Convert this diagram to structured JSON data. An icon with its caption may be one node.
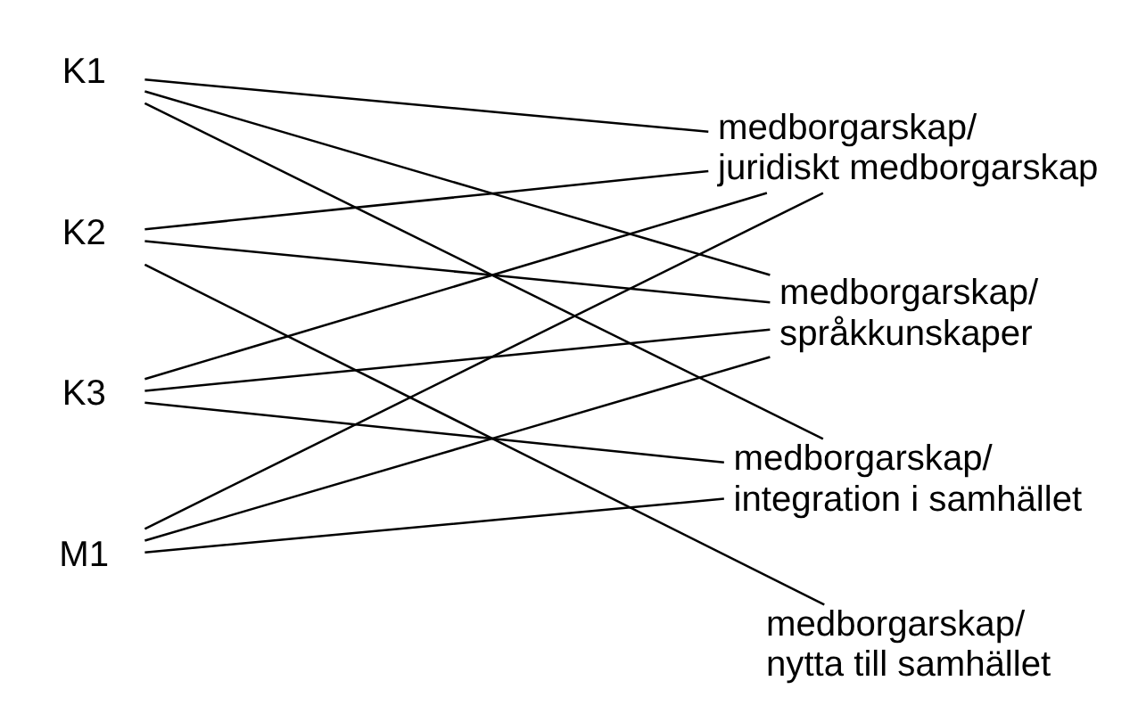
{
  "diagram": {
    "nodes": [
      {
        "text": [
          "K1"
        ]
      },
      {
        "text": [
          "K2"
        ]
      },
      {
        "text": [
          "K3"
        ]
      },
      {
        "text": [
          "M1"
        ]
      },
      {
        "text": [
          "medborgarskap/ juridiskt medborgarskap"
        ]
      },
      {
        "text": [
          "medborgarskap/ språkkunskaper"
        ]
      },
      {
        "text": [
          "medborgarskap/ integration i samhället"
        ]
      },
      {
        "text": [
          "medborgarskap/ nytta till samhället"
        ]
      }
    ],
    "edges": [
      {
        "from": 0,
        "to": 4,
        "arrow": "none"
      },
      {
        "from": 0,
        "to": 5,
        "arrow": "none"
      },
      {
        "from": 0,
        "to": 6,
        "arrow": "none"
      },
      {
        "from": 1,
        "to": 4,
        "arrow": "none"
      },
      {
        "from": 1,
        "to": 5,
        "arrow": "none"
      },
      {
        "from": 1,
        "to": 7,
        "arrow": "none"
      },
      {
        "from": 2,
        "to": 4,
        "arrow": "none"
      },
      {
        "from": 2,
        "to": 5,
        "arrow": "none"
      },
      {
        "from": 2,
        "to": 6,
        "arrow": "none"
      },
      {
        "from": 3,
        "to": 4,
        "arrow": "none"
      },
      {
        "from": 3,
        "to": 5,
        "arrow": "none"
      },
      {
        "from": 3,
        "to": 6,
        "arrow": "none"
      }
    ]
  }
}
